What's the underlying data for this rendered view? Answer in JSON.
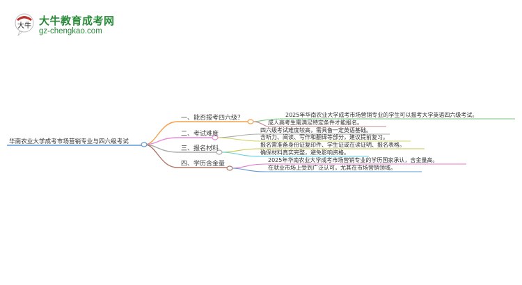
{
  "logo": {
    "badge_text": "大牛",
    "title": "大牛教育成考网",
    "url": "gz-chengkao.com"
  },
  "mindmap": {
    "root": "华南农业大学成考市场营销专业与四六级考试",
    "branches": [
      {
        "label": "一、能否报考四六级？",
        "color": "#f4a04a",
        "leaves": [
          {
            "text": "2025年华南农业大学成考市场营销专业的学生可以报考大学英语四六级考试。",
            "color": "#7cc47c"
          },
          {
            "text": "成人高考生需满足特定条件才能报名。",
            "color": "#c98a8a"
          }
        ]
      },
      {
        "label": "二、考试难度",
        "color": "#e88ad8",
        "leaves": [
          {
            "text": "四六级考试难度较高，需具备一定英语基础。",
            "color": "#aaaaaa"
          },
          {
            "text": "含听力、阅读、写作和翻译等部分，建议提前复习。",
            "color": "#d4d46a"
          }
        ]
      },
      {
        "label": "三、报名材料",
        "color": "#aaaaaa",
        "leaves": [
          {
            "text": "报名需准备身份证复印件、学生证或在读证明、报名表格。",
            "color": "#c8c84a"
          },
          {
            "text": "确保材料真实完整，避免影响资格。",
            "color": "#5ccfe0"
          }
        ]
      },
      {
        "label": "四、学历含金量",
        "color": "#b07868",
        "leaves": [
          {
            "text": "2025年华南农业大学成考市场营销专业的学历国家承认，含金量高。",
            "color": "#e878c8"
          },
          {
            "text": "在就业市场上受到广泛认可，尤其在市场营销领域。",
            "color": "#5a9ad8"
          }
        ]
      }
    ]
  },
  "colors": {
    "root_line": "#5a9ad8",
    "logo_green": "#2a8a3a"
  }
}
